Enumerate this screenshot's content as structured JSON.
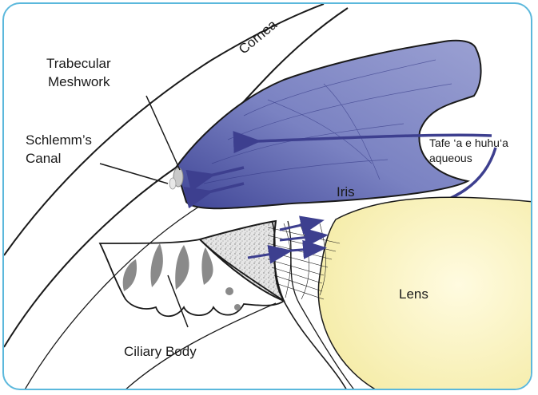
{
  "labels": {
    "trabecular_meshwork_line1": "Trabecular",
    "trabecular_meshwork_line2": "Meshwork",
    "cornea": "Cornea",
    "schlemms_canal_line1": "Schlemm’s",
    "schlemms_canal_line2": "Canal",
    "aqueous_line1": "Tafe ‘a e huhu‘a",
    "aqueous_line2": "aqueous",
    "iris": "Iris",
    "lens": "Lens",
    "ciliary_body": "Ciliary Body"
  },
  "colors": {
    "frame_border": "#5bb8dc",
    "iris_fill": "#8088c4",
    "iris_dark": "#4a4f9e",
    "lens_fill": "#faf4c4",
    "flow_arrow": "#3d3f8f",
    "ciliary_gray": "#8a8a8a",
    "outline": "#1a1a1a"
  },
  "icons": [
    "flow-arrow-icon"
  ]
}
